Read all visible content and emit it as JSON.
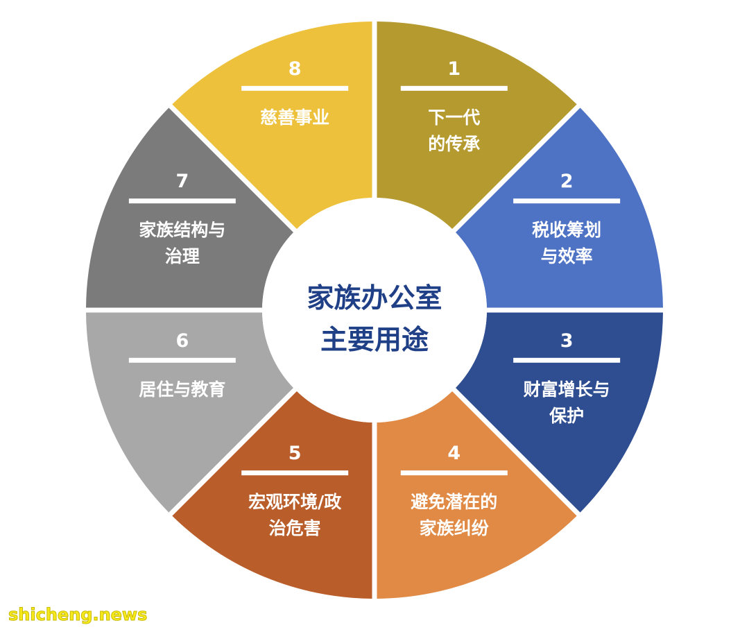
{
  "center": {
    "lines": [
      "家族办公室",
      "主要用途"
    ],
    "text_color": "#1f3f86"
  },
  "segments": [
    {
      "number": "1",
      "lines": [
        "下一代",
        "的传承"
      ],
      "color": "#b59a2f"
    },
    {
      "number": "2",
      "lines": [
        "税收筹划",
        "与效率"
      ],
      "color": "#4e72c4"
    },
    {
      "number": "3",
      "lines": [
        "财富增长与",
        "保护"
      ],
      "color": "#2f4e91"
    },
    {
      "number": "4",
      "lines": [
        "避免潜在的",
        "家族纠纷"
      ],
      "color": "#e08a45"
    },
    {
      "number": "5",
      "lines": [
        "宏观环境/政",
        "治危害"
      ],
      "color": "#b95d2a"
    },
    {
      "number": "6",
      "lines": [
        "居住与教育"
      ],
      "color": "#a8a8a8"
    },
    {
      "number": "7",
      "lines": [
        "家族结构与",
        "治理"
      ],
      "color": "#7b7b7b"
    },
    {
      "number": "8",
      "lines": [
        "慈善事业"
      ],
      "color": "#edc13c"
    }
  ],
  "watermark": {
    "text": "shicheng.news",
    "color": "#f7ea1c"
  }
}
